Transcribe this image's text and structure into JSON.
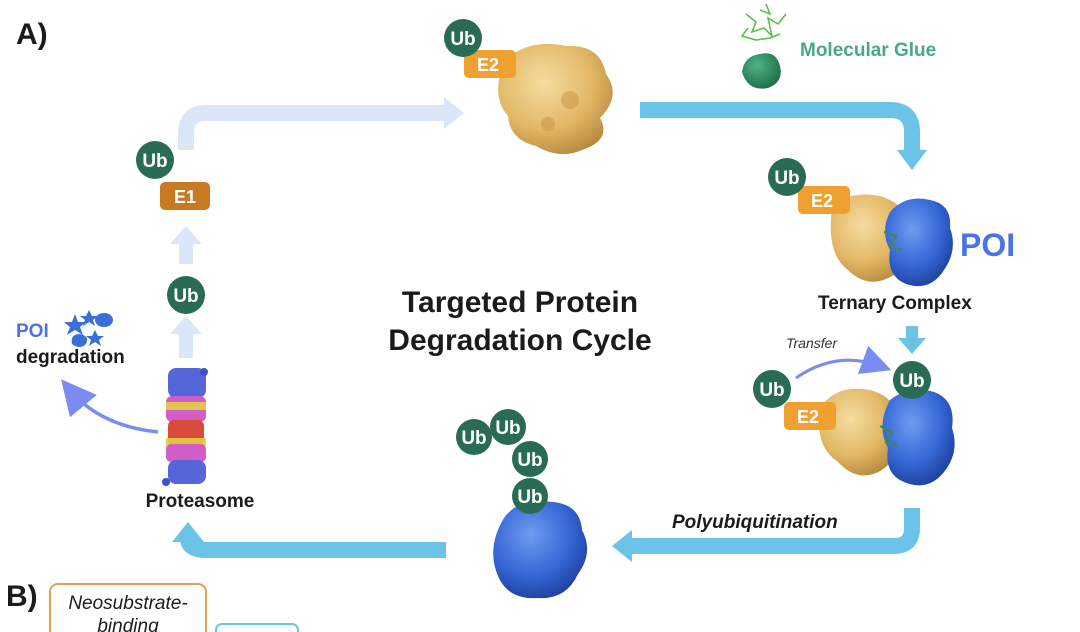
{
  "panels": {
    "a": "A)",
    "b": "B)"
  },
  "title": {
    "line1": "Targeted Protein",
    "line2": "Degradation Cycle"
  },
  "labels": {
    "ub": "Ub",
    "e1": "E1",
    "e2": "E2",
    "molecular_glue": "Molecular Glue",
    "poi": "POI",
    "ternary_complex": "Ternary Complex",
    "transfer": "Transfer",
    "polyubiquitination": "Polyubiquitination",
    "proteasome": "Proteasome",
    "poi_degradation_poi": "POI",
    "poi_degradation_word": "degradation"
  },
  "panel_b": {
    "box_line1": "Neosubstrate-",
    "box_line2": "binding"
  },
  "colors": {
    "ub": "#2a6b55",
    "e1": "#c77a22",
    "e2": "#f0a030",
    "e3_surface": "#e6bf72",
    "poi_surface": "#3a6fd8",
    "arrow_light": "#dbe7f8",
    "arrow_mid": "#6cc3e8",
    "curve_arrow": "#7a8cf0",
    "glue": "#2e8a5f",
    "proteasome_blue": "#5566d8",
    "proteasome_pink": "#d25cc8",
    "proteasome_red": "#d84a3a",
    "proteasome_yellow": "#e0d040"
  }
}
